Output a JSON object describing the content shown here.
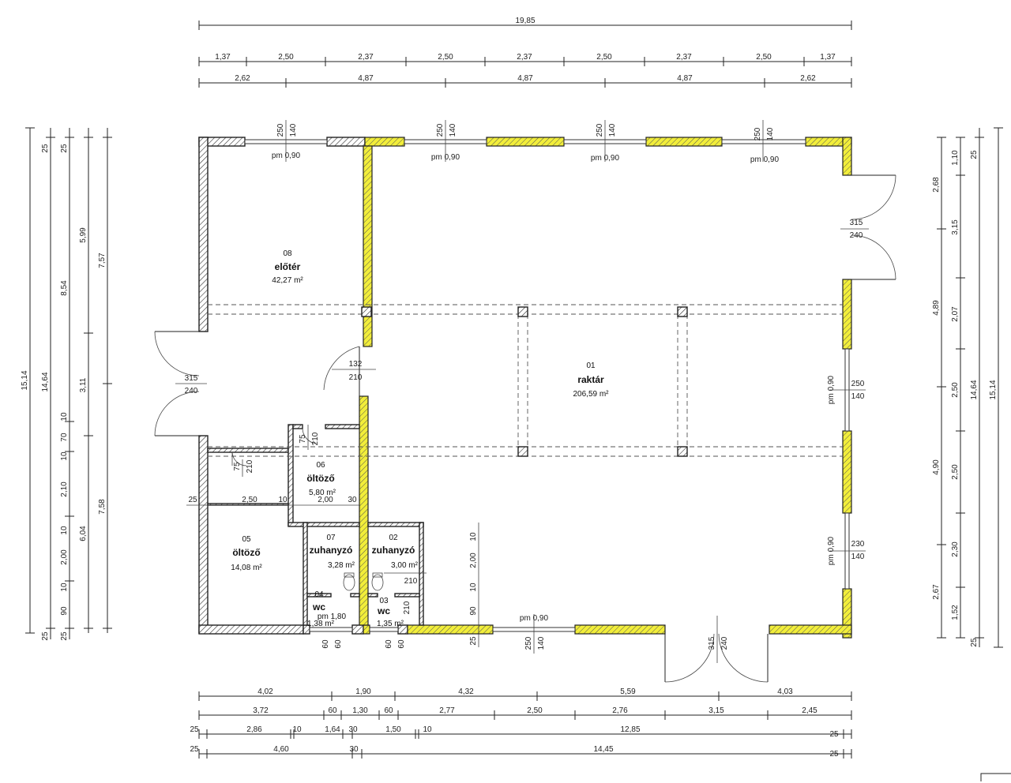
{
  "dimensions": {
    "top_total": "19,85",
    "top_row1": [
      "1,37",
      "2,50",
      "2,37",
      "2,50",
      "2,37",
      "2,50",
      "2,37",
      "2,50",
      "1,37"
    ],
    "top_row2": [
      "2,62",
      "4,87",
      "4,87",
      "4,87",
      "2,62"
    ],
    "bottom_row1": [
      "4,02",
      "1,90",
      "4,32",
      "5,59",
      "4,03"
    ],
    "bottom_row2": [
      "3,72",
      "60",
      "1,30",
      "60",
      "2,77",
      "2,50",
      "2,76",
      "3,15",
      "2,45"
    ],
    "bottom_row3": [
      "25",
      "2,86",
      "10",
      "1,64",
      "30",
      "1,50",
      "10",
      "12,85",
      "25"
    ],
    "bottom_row4": [
      "25",
      "4,60",
      "30",
      "14,45",
      "25"
    ],
    "left_total_a": "15,14",
    "left_total_b": "14,64",
    "left_col3": [
      "8,54",
      "10",
      "70",
      "10",
      "2,10",
      "10",
      "2,00",
      "10",
      "90"
    ],
    "left_col4": [
      "5,99",
      "3,11",
      "6,04"
    ],
    "left_col5": [
      "7,57",
      "7,58"
    ],
    "left_small": [
      "25",
      "25",
      "25",
      "25"
    ],
    "right_total_a": "15,14",
    "right_total_b": "14,64",
    "right_col1": [
      "2,68",
      "4,89",
      "4,90",
      "2,67"
    ],
    "right_col2": [
      "1,10",
      "3,15",
      "2,07",
      "2,50",
      "2,50",
      "2,30",
      "1,52"
    ],
    "right_small": [
      "25",
      "25"
    ],
    "interior": {
      "left_row": [
        "25",
        "2,50",
        "10",
        "2,00",
        "30"
      ],
      "mid_col": [
        "10",
        "2,00",
        "10",
        "90",
        "25"
      ],
      "below_plan": [
        "60",
        "60",
        "60",
        "60",
        "25"
      ]
    }
  },
  "windows": {
    "height_label": "250",
    "width_label": "140",
    "sill_label": "pm 0,90",
    "right_lower_height": "230"
  },
  "doors": {
    "main_width": "315",
    "main_height": "240",
    "inner_width": "132",
    "inner_height": "210",
    "small_width": "75",
    "small_height": "210",
    "bath_door": "210"
  },
  "rooms": {
    "raktar": {
      "num": "01",
      "name": "raktár",
      "area": "206,59 m²"
    },
    "eloter": {
      "num": "08",
      "name": "előtér",
      "area": "42,27 m²"
    },
    "oltozo06": {
      "num": "06",
      "name": "öltöző",
      "area": "5,80 m²"
    },
    "oltozo05": {
      "num": "05",
      "name": "öltöző",
      "area": "14,08 m²"
    },
    "zuhanyzo07": {
      "num": "07",
      "name": "zuhanyzó",
      "area": "3,28 m²"
    },
    "zuhanyzo02": {
      "num": "02",
      "name": "zuhanyzó",
      "area": "3,00 m²"
    },
    "wc04": {
      "num": "04",
      "name": "wc",
      "sill": "pm 1,80",
      "area": "1,38 m²"
    },
    "wc03": {
      "num": "03",
      "name": "wc",
      "area": "1,35 m²"
    }
  },
  "colors": {
    "highlight": "#f2ee3a",
    "wall_line": "#222222",
    "background": "#ffffff"
  }
}
